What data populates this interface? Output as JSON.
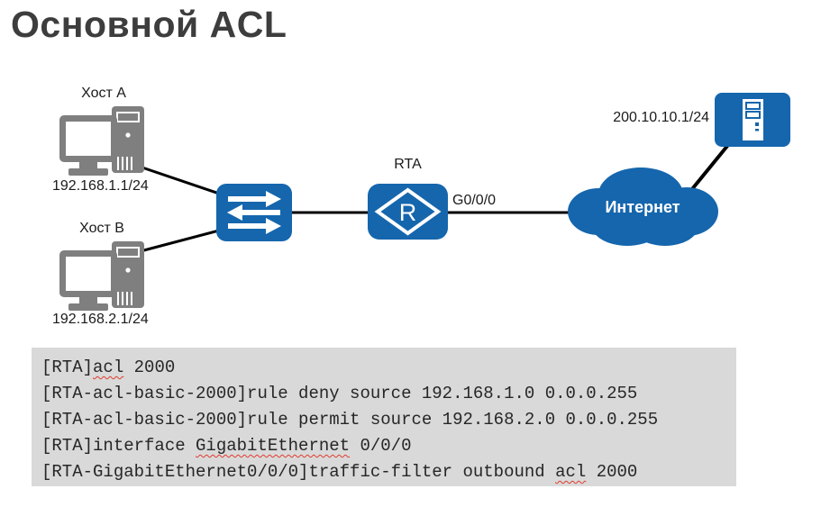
{
  "title": "Основной ACL",
  "colors": {
    "brand_blue": "#1566ad",
    "device_gray": "#7f7f7f",
    "code_background": "#d9d9d9",
    "title_color": "#3d3d3d",
    "spellcheck_red": "#e23b2e",
    "wire_black": "#000000"
  },
  "icons": {
    "host_a": "pc-icon",
    "host_b": "pc-icon",
    "switch": "switch-icon",
    "router": "router-icon",
    "internet": "cloud-icon",
    "server": "server-icon"
  },
  "diagram": {
    "host_a": {
      "name": "Хост A",
      "ip": "192.168.1.1/24"
    },
    "host_b": {
      "name": "Хост B",
      "ip": "192.168.2.1/24"
    },
    "router": {
      "name": "RTA",
      "interface": "G0/0/0"
    },
    "internet": {
      "label": "Интернет"
    },
    "server": {
      "ip": "200.10.10.1/24"
    }
  },
  "cli": {
    "lines": [
      {
        "pre": "[RTA]",
        "misspelled": "acl",
        "post": " 2000"
      },
      {
        "pre": "[RTA-acl-basic-2000]rule deny source 192.168.1.0 0.0.0.255",
        "misspelled": "",
        "post": ""
      },
      {
        "pre": "[RTA-acl-basic-2000]rule permit source 192.168.2.0 0.0.0.255",
        "misspelled": "",
        "post": ""
      },
      {
        "pre": "[RTA]interface ",
        "misspelled": "GigabitEthernet",
        "post": " 0/0/0"
      },
      {
        "pre": "[RTA-GigabitEthernet0/0/0]traffic-filter outbound ",
        "misspelled": "acl",
        "post": " 2000"
      }
    ]
  }
}
